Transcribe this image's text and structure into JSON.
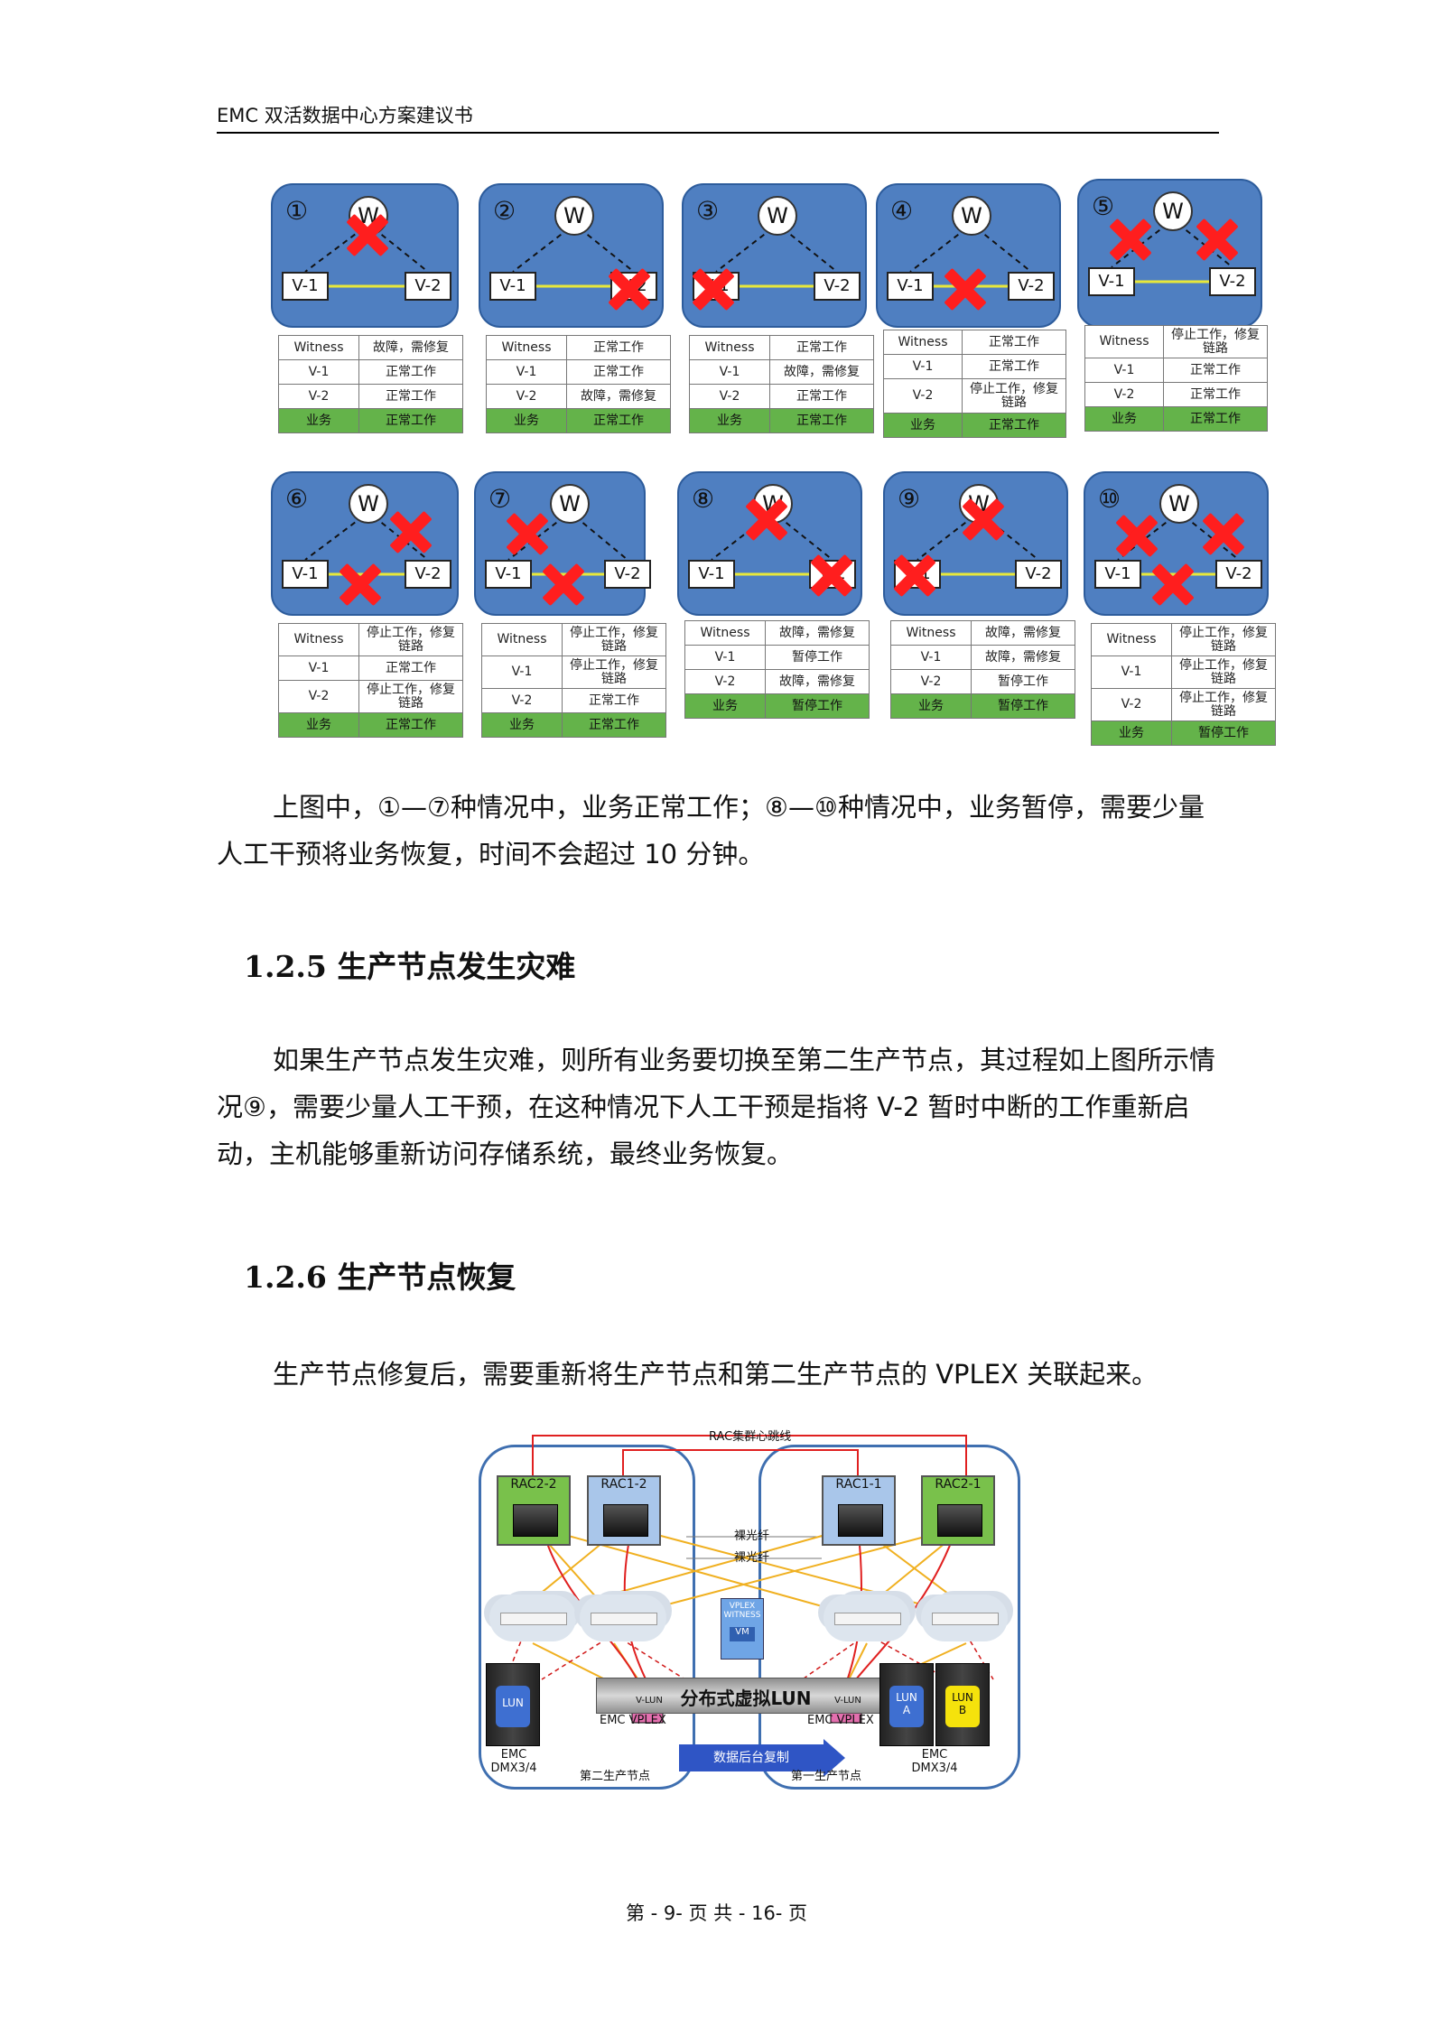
{
  "header": {
    "title": "EMC 双活数据中心方案建议书"
  },
  "scenarios": [
    {
      "num": "①",
      "w": "W",
      "v1": "V-1",
      "v2": "V-2",
      "rows": [
        [
          "Witness",
          "故障，需修复"
        ],
        [
          "V-1",
          "正常工作"
        ],
        [
          "V-2",
          "正常工作"
        ],
        [
          "业务",
          "正常工作"
        ]
      ]
    },
    {
      "num": "②",
      "w": "W",
      "v1": "V-1",
      "v2": "V-2",
      "rows": [
        [
          "Witness",
          "正常工作"
        ],
        [
          "V-1",
          "正常工作"
        ],
        [
          "V-2",
          "故障，需修复"
        ],
        [
          "业务",
          "正常工作"
        ]
      ]
    },
    {
      "num": "③",
      "w": "W",
      "v1": "V-1",
      "v2": "V-2",
      "rows": [
        [
          "Witness",
          "正常工作"
        ],
        [
          "V-1",
          "故障，需修复"
        ],
        [
          "V-2",
          "正常工作"
        ],
        [
          "业务",
          "正常工作"
        ]
      ]
    },
    {
      "num": "④",
      "w": "W",
      "v1": "V-1",
      "v2": "V-2",
      "rows": [
        [
          "Witness",
          "正常工作"
        ],
        [
          "V-1",
          "正常工作"
        ],
        [
          "V-2",
          "停止工作，修复链路"
        ],
        [
          "业务",
          "正常工作"
        ]
      ]
    },
    {
      "num": "⑤",
      "w": "W",
      "v1": "V-1",
      "v2": "V-2",
      "rows": [
        [
          "Witness",
          "停止工作，修复链路"
        ],
        [
          "V-1",
          "正常工作"
        ],
        [
          "V-2",
          "正常工作"
        ],
        [
          "业务",
          "正常工作"
        ]
      ]
    },
    {
      "num": "⑥",
      "w": "W",
      "v1": "V-1",
      "v2": "V-2",
      "rows": [
        [
          "Witness",
          "停止工作，修复链路"
        ],
        [
          "V-1",
          "正常工作"
        ],
        [
          "V-2",
          "停止工作，修复链路"
        ],
        [
          "业务",
          "正常工作"
        ]
      ]
    },
    {
      "num": "⑦",
      "w": "W",
      "v1": "V-1",
      "v2": "V-2",
      "rows": [
        [
          "Witness",
          "停止工作，修复链路"
        ],
        [
          "V-1",
          "停止工作，修复链路"
        ],
        [
          "V-2",
          "正常工作"
        ],
        [
          "业务",
          "正常工作"
        ]
      ]
    },
    {
      "num": "⑧",
      "w": "W",
      "v1": "V-1",
      "v2": "V-2",
      "rows": [
        [
          "Witness",
          "故障，需修复"
        ],
        [
          "V-1",
          "暂停工作"
        ],
        [
          "V-2",
          "故障，需修复"
        ],
        [
          "业务",
          "暂停工作"
        ]
      ]
    },
    {
      "num": "⑨",
      "w": "W",
      "v1": "V-1",
      "v2": "V-2",
      "rows": [
        [
          "Witness",
          "故障，需修复"
        ],
        [
          "V-1",
          "故障，需修复"
        ],
        [
          "V-2",
          "暂停工作"
        ],
        [
          "业务",
          "暂停工作"
        ]
      ]
    },
    {
      "num": "⑩",
      "w": "W",
      "v1": "V-1",
      "v2": "V-2",
      "rows": [
        [
          "Witness",
          "停止工作，修复链路"
        ],
        [
          "V-1",
          "停止工作，修复链路"
        ],
        [
          "V-2",
          "停止工作，修复链路"
        ],
        [
          "业务",
          "暂停工作"
        ]
      ]
    }
  ],
  "para1": "上图中，①—⑦种情况中，业务正常工作；⑧—⑩种情况中，业务暂停，需要少量人工干预将业务恢复，时间不会超过 10 分钟。",
  "heading_125": "1.2.5 生产节点发生灾难",
  "para2": "如果生产节点发生灾难，则所有业务要切换至第二生产节点，其过程如上图所示情况⑨，需要少量人工干预，在这种情况下人工干预是指将 V-2 暂时中断的工作重新启动，主机能够重新访问存储系统，最终业务恢复。",
  "heading_126": "1.2.6 生产节点恢复",
  "para3": "生产节点修复后，需要重新将生产节点和第二生产节点的 VPLEX 关联起来。",
  "topology": {
    "rac_heartbeat": "RAC集群心跳线",
    "bare_fiber": "裸光纤",
    "rac_nodes": [
      "RAC2-2",
      "RAC1-2",
      "RAC1-1",
      "RAC2-1"
    ],
    "vplex_witness": "VPLEX WITNESS",
    "vm": "VM",
    "vlun": "V-LUN",
    "distributed_lun": "分布式虚拟LUN",
    "emc_vplex": "EMC VPLEX",
    "lun": "LUN",
    "lun_a": "LUN A",
    "lun_b": "LUN B",
    "emc_dmx": "EMC DMX3/4",
    "replication": "数据后台复制",
    "second_site": "第二生产节点",
    "first_site": "第一生产节点"
  },
  "footer": "第 - 9- 页 共 - 16- 页"
}
